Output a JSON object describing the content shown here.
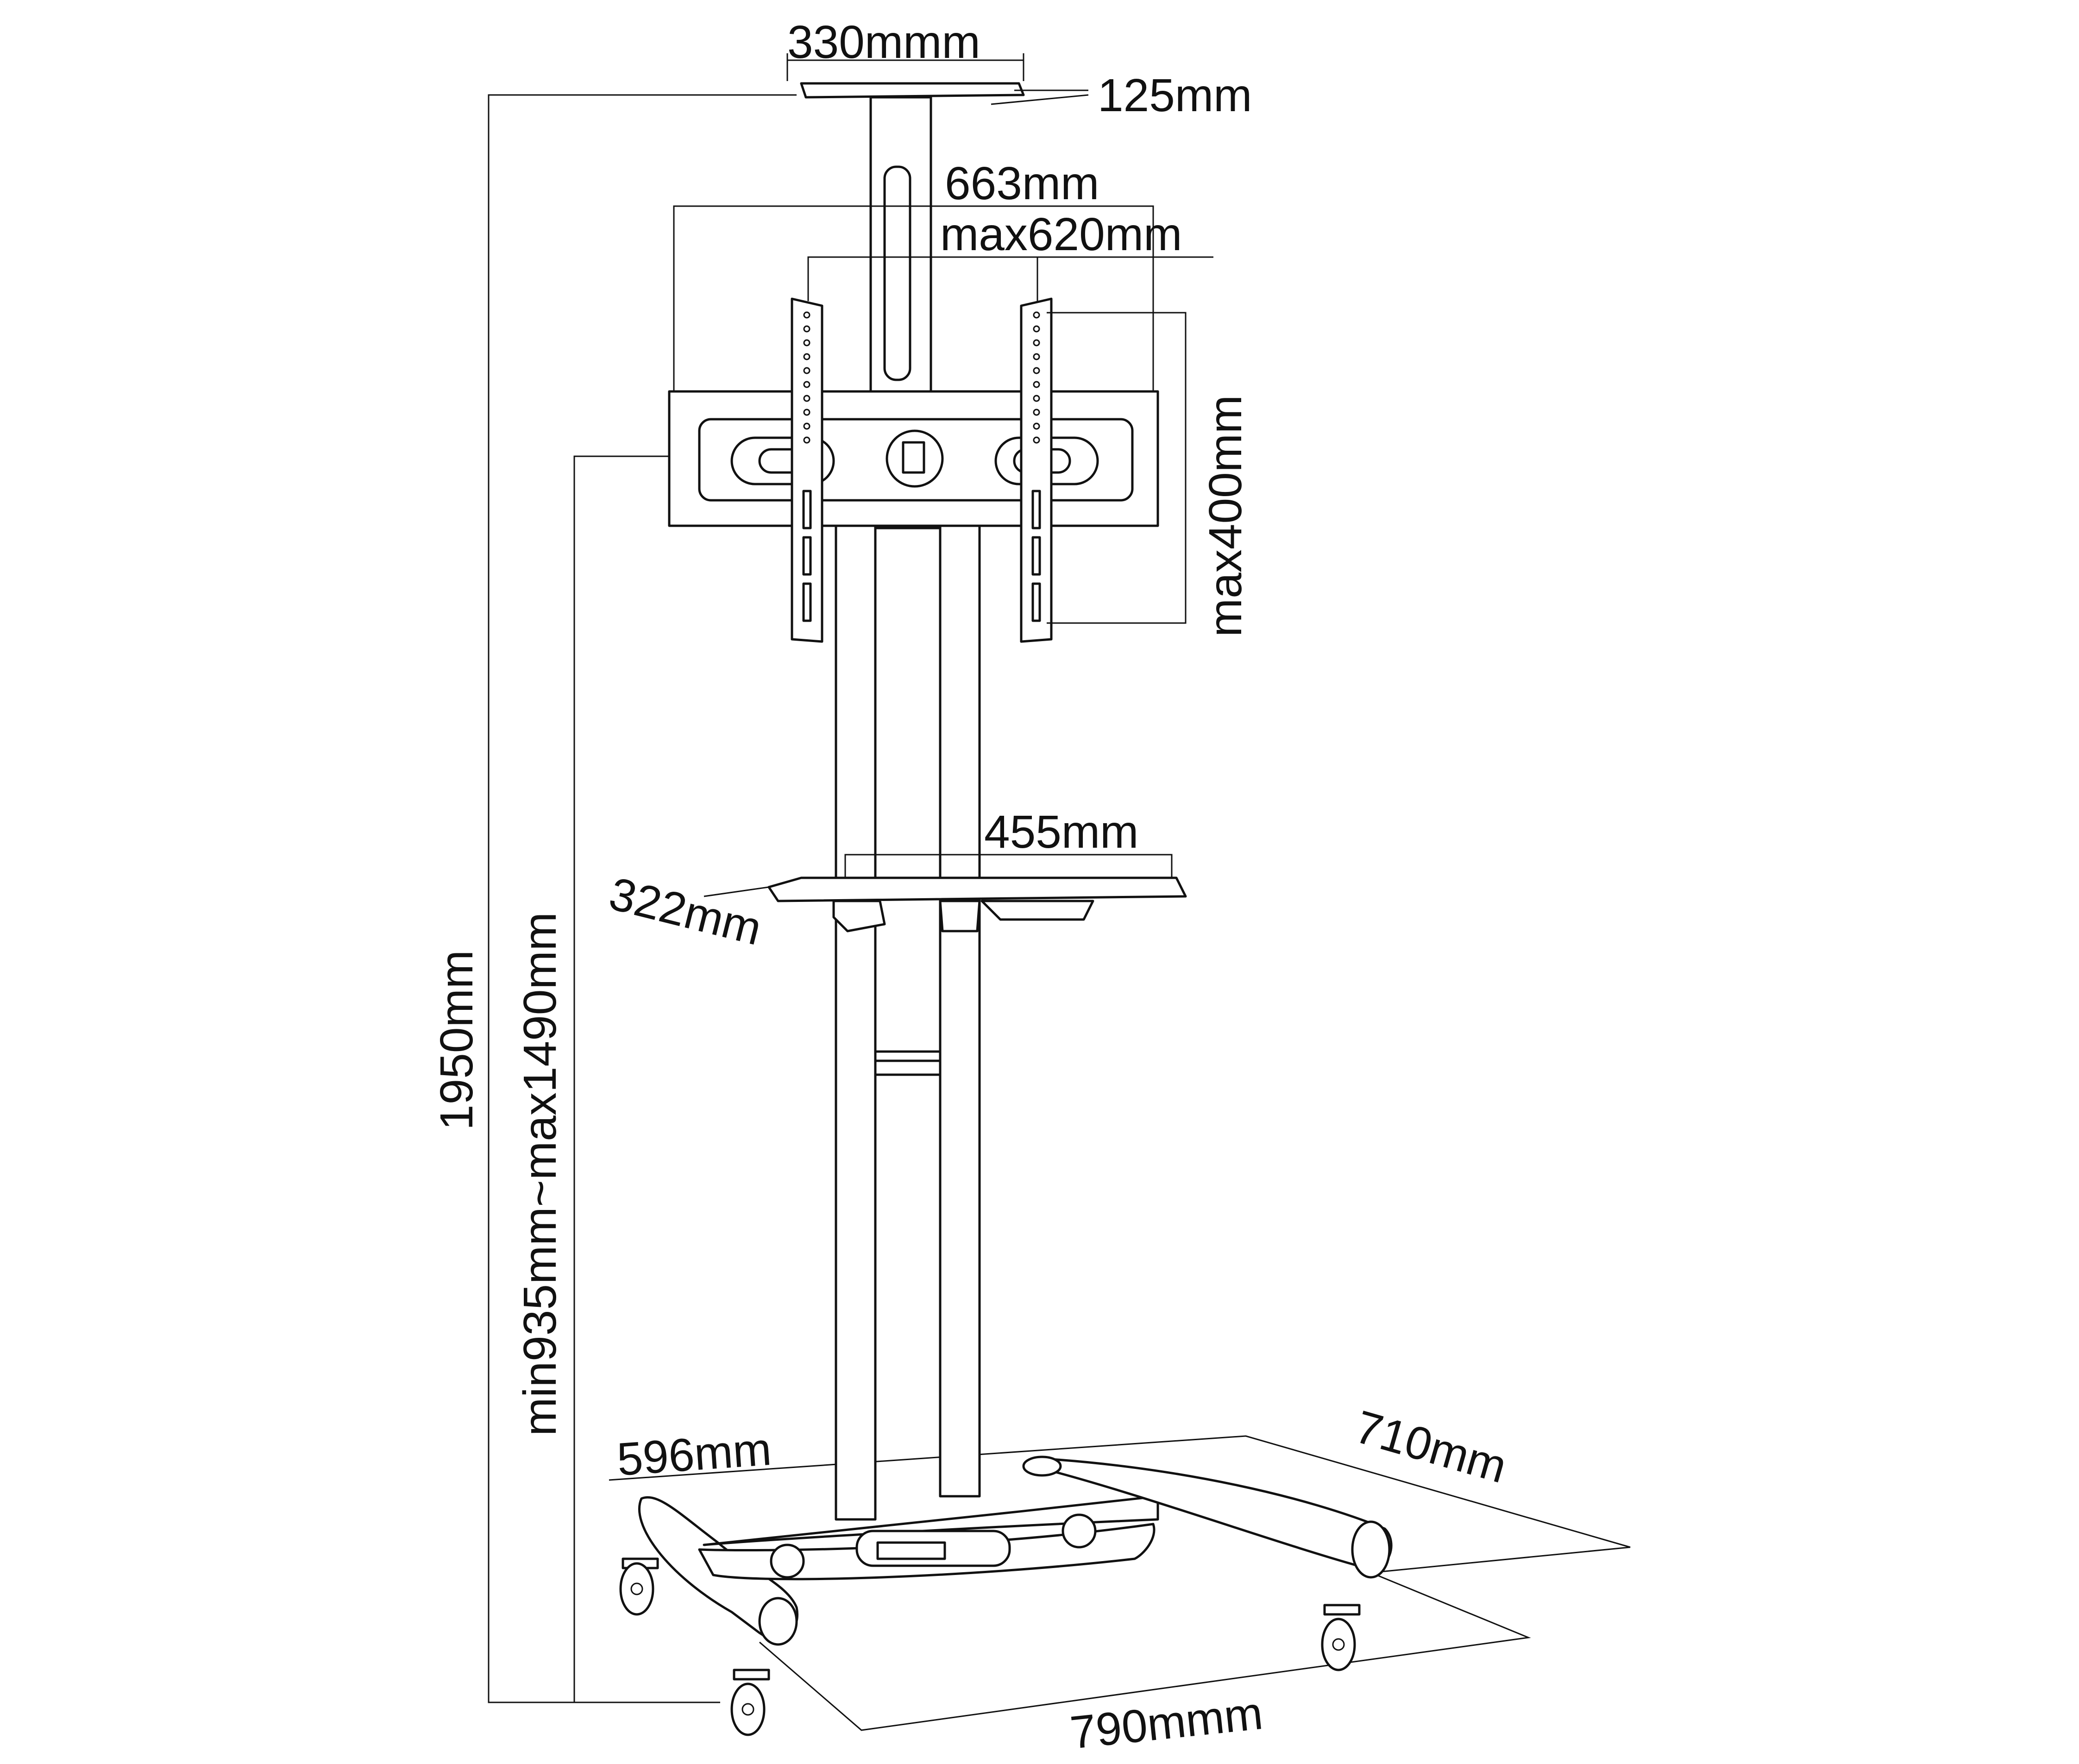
{
  "dimensions": {
    "top_plate_width": "330mmm",
    "top_plate_depth": "125mm",
    "bracket_width": "663mm",
    "vesa_max_width": "max620mm",
    "vesa_max_height": "max400mm",
    "shelf_width": "455mm",
    "shelf_depth": "322mm",
    "total_height": "1950mm",
    "mount_height_range": "min935mm~max1490mm",
    "base_width": "596mm",
    "base_depth": "710mm",
    "base_length": "790mmm"
  },
  "colors": {
    "line": "#111111",
    "background": "#ffffff"
  }
}
